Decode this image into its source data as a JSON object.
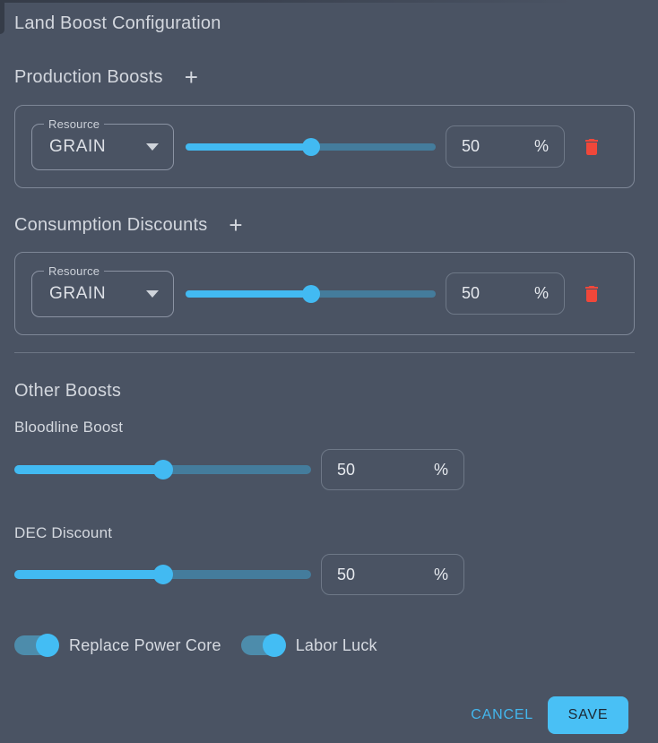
{
  "dialog": {
    "title": "Land Boost Configuration"
  },
  "icons": {
    "plus": "+"
  },
  "colors": {
    "background": "#4a5363",
    "accent_blue": "#42baf2",
    "slider_rail": "#447c9c",
    "switch_track": "#4d8cab",
    "danger_red": "#f0473a",
    "cancel_text": "#43b7ee",
    "save_bg": "#49c0f5"
  },
  "production": {
    "heading": "Production Boosts",
    "row": {
      "resource_label": "Resource",
      "resource_value": "GRAIN",
      "percent": 50,
      "value": "50",
      "unit": "%"
    }
  },
  "consumption": {
    "heading": "Consumption Discounts",
    "row": {
      "resource_label": "Resource",
      "resource_value": "GRAIN",
      "percent": 50,
      "value": "50",
      "unit": "%"
    }
  },
  "other": {
    "heading": "Other Boosts",
    "bloodline": {
      "label": "Bloodline Boost",
      "percent": 50,
      "value": "50",
      "unit": "%"
    },
    "dec": {
      "label": "DEC Discount",
      "percent": 50,
      "value": "50",
      "unit": "%"
    },
    "toggles": [
      {
        "label": "Replace Power Core",
        "on": true
      },
      {
        "label": "Labor Luck",
        "on": true
      }
    ]
  },
  "actions": {
    "cancel": "CANCEL",
    "save": "SAVE"
  }
}
